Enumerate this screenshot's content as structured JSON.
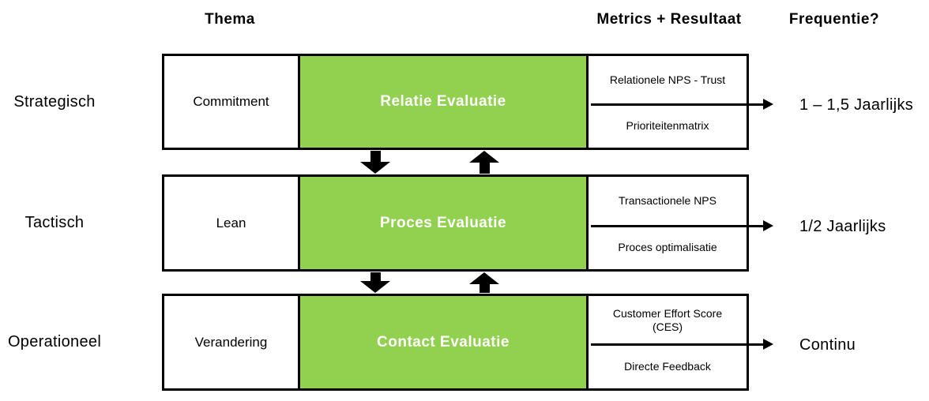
{
  "headers": {
    "thema": "Thema",
    "metrics": "Metrics + Resultaat",
    "frequentie": "Frequentie?"
  },
  "colors": {
    "evaluation_green": "#92D050",
    "line_black": "#000000",
    "evaluation_text": "#FFFFFF"
  },
  "rows": [
    {
      "level": "Strategisch",
      "thema": "Commitment",
      "evaluatie": "Relatie Evaluatie",
      "metrics": [
        "Relationele NPS - Trust",
        "Prioriteitenmatrix"
      ],
      "frequentie": "1 – 1,5 Jaarlijks"
    },
    {
      "level": "Tactisch",
      "thema": "Lean",
      "evaluatie": "Proces Evaluatie",
      "metrics": [
        "Transactionele NPS",
        "Proces optimalisatie"
      ],
      "frequentie": "1/2 Jaarlijks"
    },
    {
      "level": "Operationeel",
      "thema": "Verandering",
      "evaluatie": "Contact Evaluatie",
      "metrics": [
        "Customer Effort Score (CES)",
        "Directe Feedback"
      ],
      "frequentie": "Continu"
    }
  ]
}
